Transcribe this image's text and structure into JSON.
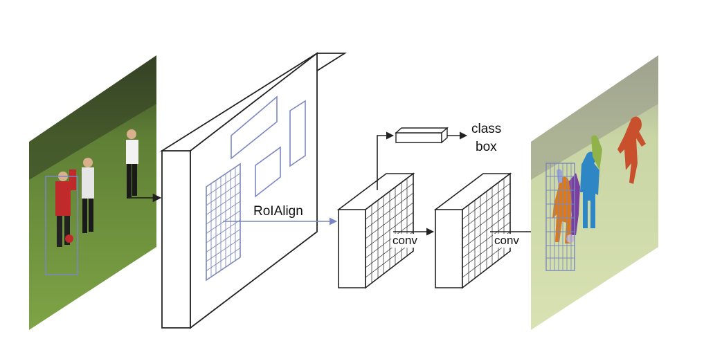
{
  "labels": {
    "roi_align": "RoIAlign",
    "class": "class",
    "box": "box",
    "conv1": "conv",
    "conv2": "conv"
  },
  "colors": {
    "roi_blue": "#7b86c2",
    "grid_blue": "#7c88b8",
    "field_green": "#6f9a3e",
    "mask_orange": "#d97a1e",
    "mask_blue": "#2f86c4",
    "mask_red": "#c9502d",
    "mask_purple": "#7a3fa0"
  }
}
